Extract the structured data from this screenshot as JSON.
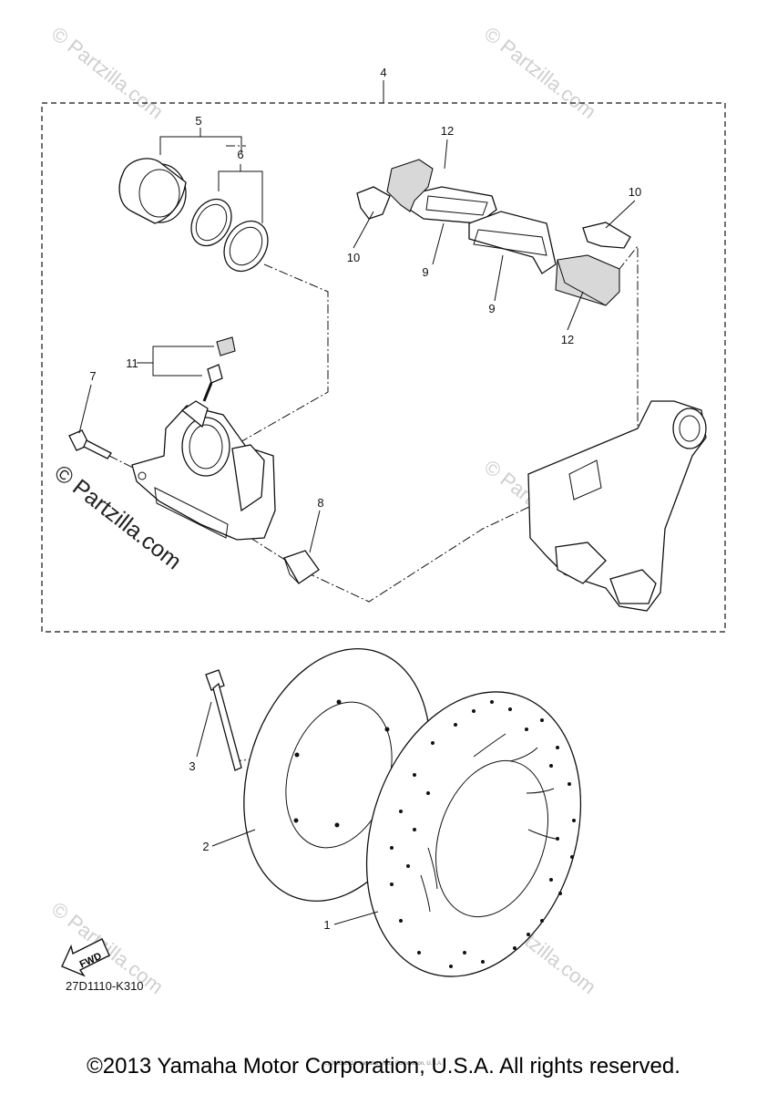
{
  "callouts": [
    "1",
    "2",
    "3",
    "4",
    "5",
    "6",
    "7",
    "8",
    "9",
    "9",
    "10",
    "10",
    "11",
    "12",
    "12"
  ],
  "watermark_main": "© Partzilla.com",
  "watermark_faint": "© Partzilla.com",
  "fwd_label": "FWD",
  "diagram_code": "27D1110-K310",
  "footer_copyright": "©2013 Yamaha Motor Corporation, U.S.A. All rights reserved.",
  "small_copyright": "(c) 2005-2016 Yamaha Motor Corporation, U.S.A."
}
